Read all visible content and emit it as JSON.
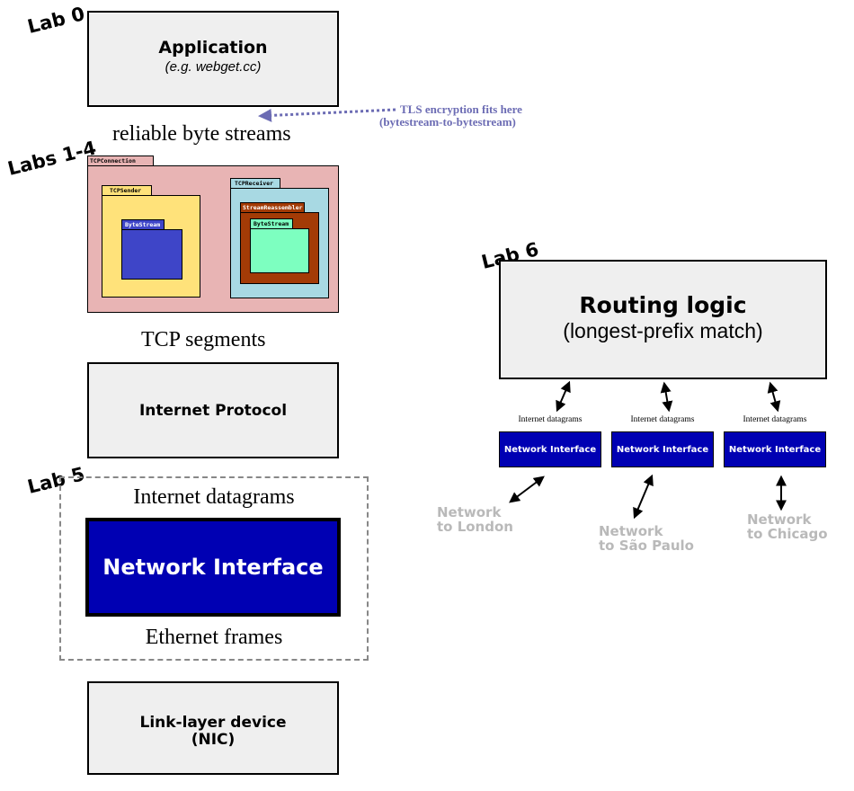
{
  "labs": {
    "lab0": "Lab 0",
    "labs14": "Labs 1-4",
    "lab5": "Lab 5",
    "lab6": "Lab 6"
  },
  "application": {
    "title": "Application",
    "subtitle": "(e.g. webget.cc)"
  },
  "tls_note": {
    "line1": "TLS encryption fits here",
    "line2": "(bytestream-to-bytestream)"
  },
  "reliable_streams": "reliable byte streams",
  "tcp_connection": {
    "tab": "TCPConnection",
    "sender": {
      "tab": "TCPSender",
      "inner": "ByteStream"
    },
    "receiver": {
      "tab": "TCPReceiver",
      "reassembler": "StreamReassembler",
      "inner": "ByteStream"
    }
  },
  "tcp_segments": "TCP segments",
  "internet_protocol": "Internet Protocol",
  "lab5_box": {
    "top": "Internet datagrams",
    "interface": "Network Interface",
    "bottom": "Ethernet frames"
  },
  "link_layer": {
    "line1": "Link-layer device",
    "line2": "(NIC)"
  },
  "router": {
    "title": "Routing logic",
    "subtitle": "(longest-prefix match)",
    "ports": [
      {
        "datagrams": "Internet datagrams",
        "interface": "Network Interface",
        "network_line1": "Network",
        "network_line2": "to London"
      },
      {
        "datagrams": "Internet datagrams",
        "interface": "Network Interface",
        "network_line1": "Network",
        "network_line2": "to São Paulo"
      },
      {
        "datagrams": "Internet datagrams",
        "interface": "Network Interface",
        "network_line1": "Network",
        "network_line2": "to Chicago"
      }
    ]
  },
  "colors": {
    "interface_blue": "#0000b3",
    "connection_pink": "#e8b4b4",
    "sender_yellow": "#ffe27a",
    "sender_bytestream": "#3e45c8",
    "receiver_blue": "#a8d9e3",
    "reassembler_brown": "#a33b06",
    "receiver_bytestream": "#7dffc0",
    "tls_purple": "#6c6cb4",
    "network_gray": "#b9b9b9",
    "box_gray": "#efefef"
  }
}
